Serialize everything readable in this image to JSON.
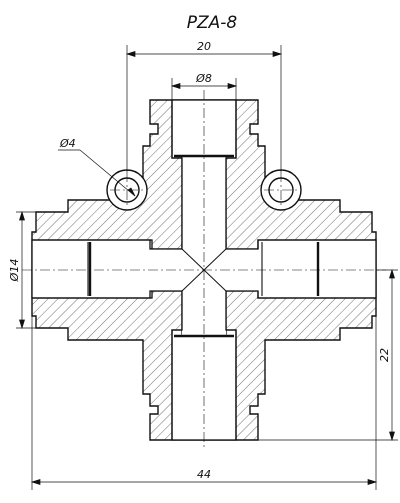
{
  "title": "PZA-8",
  "dimensions": {
    "overall_width": "20",
    "bore_diameter": "Ø8",
    "hole_diameter": "Ø4",
    "side_diameter": "Ø14",
    "overall_length": "44",
    "half_height": "22"
  },
  "colors": {
    "line": "#111111",
    "hatch": "#333333",
    "background": "#ffffff"
  }
}
